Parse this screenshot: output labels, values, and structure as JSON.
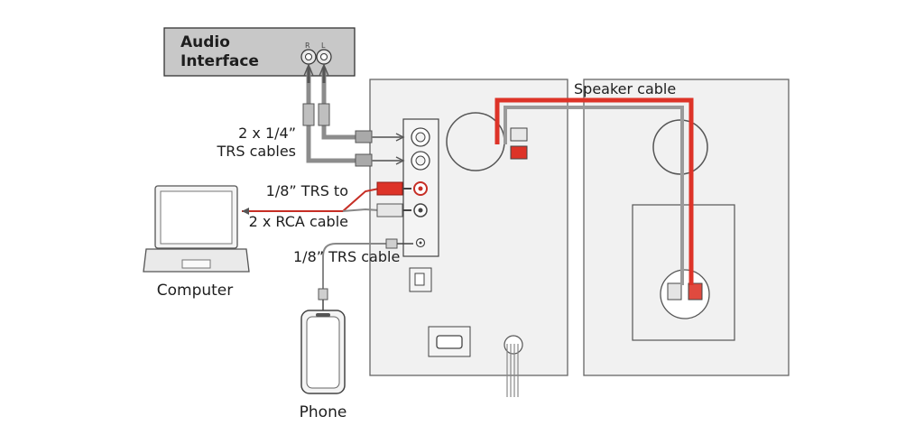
{
  "interface": {
    "title_line1": "Audio",
    "title_line2": "Interface",
    "jack_right": "R",
    "jack_left": "L"
  },
  "labels": {
    "trs_quarter_line1": "2 x 1/4”",
    "trs_quarter_line2": "TRS cables",
    "rca_line1": "1/8” TRS to",
    "rca_line2": "2 x RCA cable",
    "trs_eighth": "1/8”  TRS cable",
    "speaker_cable": "Speaker cable",
    "computer": "Computer",
    "phone": "Phone"
  },
  "colors": {
    "cable_red": "#dd3328",
    "cable_gray": "#9a9a9a",
    "panel": "#efefef",
    "outline": "#555555"
  }
}
